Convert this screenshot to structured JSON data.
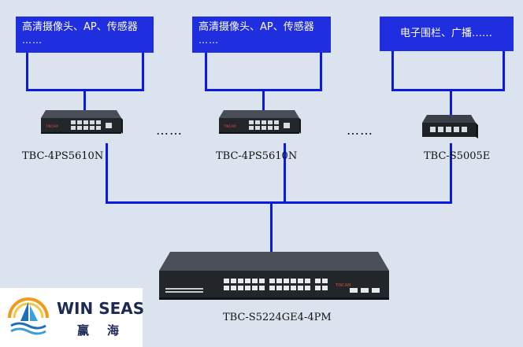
{
  "boxes": {
    "left": {
      "line1": "高清摄像头、AP、传感器",
      "line2": "……"
    },
    "middle": {
      "line1": "高清摄像头、AP、传感器",
      "line2": "……"
    },
    "right": {
      "line1": "电子围栏、广播……"
    }
  },
  "devices": {
    "left_poe": "TBC-4PS5610N",
    "middle_poe": "TBC-4PS5610N",
    "right_switch": "TBC-S5005E",
    "core": "TBC-S5224GE4-4PM"
  },
  "ellipsis": {
    "between_1_2": "……",
    "between_2_3": "……"
  },
  "brand_badge": "TINCAM",
  "logo": {
    "word": "WIN SEAS",
    "cn_1": "赢",
    "cn_2": "海"
  },
  "colors": {
    "background": "#dbe4ee",
    "link": "#0a1ae0",
    "box": "#1f2fe0"
  }
}
